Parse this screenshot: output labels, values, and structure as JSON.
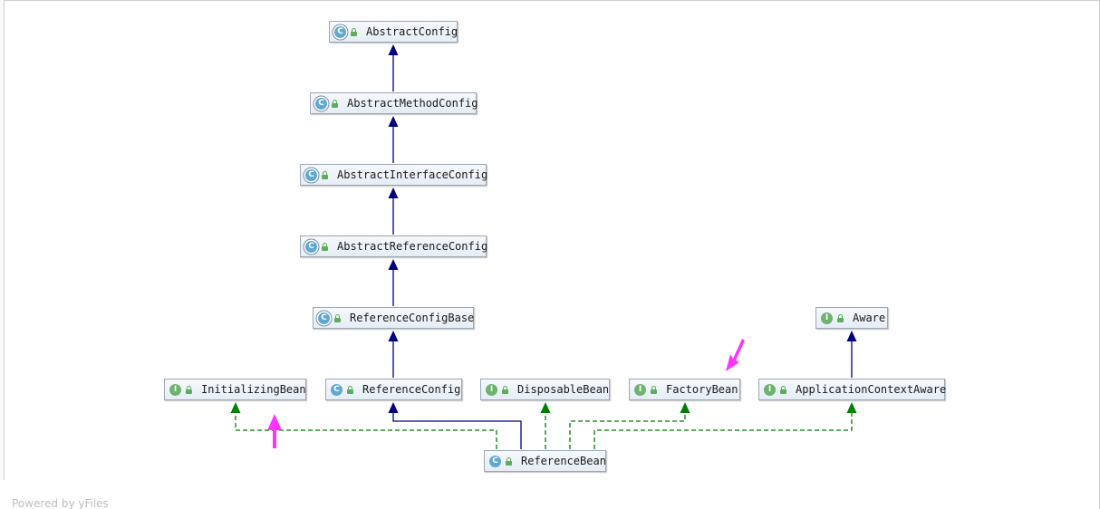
{
  "diagram": {
    "nodes": [
      {
        "id": "abstract-config",
        "label": "AbstractConfig",
        "kind": "abstract-class",
        "badge": "C"
      },
      {
        "id": "abstract-method-config",
        "label": "AbstractMethodConfig",
        "kind": "abstract-class",
        "badge": "C"
      },
      {
        "id": "abstract-interface-config",
        "label": "AbstractInterfaceConfig",
        "kind": "abstract-class",
        "badge": "C"
      },
      {
        "id": "abstract-reference-config",
        "label": "AbstractReferenceConfig",
        "kind": "abstract-class",
        "badge": "C"
      },
      {
        "id": "reference-config-base",
        "label": "ReferenceConfigBase",
        "kind": "abstract-class",
        "badge": "C"
      },
      {
        "id": "initializing-bean",
        "label": "InitializingBean",
        "kind": "interface",
        "badge": "I"
      },
      {
        "id": "reference-config",
        "label": "ReferenceConfig",
        "kind": "class",
        "badge": "C"
      },
      {
        "id": "disposable-bean",
        "label": "DisposableBean",
        "kind": "interface",
        "badge": "I"
      },
      {
        "id": "factory-bean",
        "label": "FactoryBean",
        "kind": "interface",
        "badge": "I"
      },
      {
        "id": "application-context-aware",
        "label": "ApplicationContextAware",
        "kind": "interface",
        "badge": "I"
      },
      {
        "id": "aware",
        "label": "Aware",
        "kind": "interface",
        "badge": "I"
      },
      {
        "id": "reference-bean",
        "label": "ReferenceBean",
        "kind": "class",
        "badge": "C"
      }
    ],
    "relations": [
      {
        "from": "abstract-method-config",
        "to": "abstract-config",
        "type": "extends"
      },
      {
        "from": "abstract-interface-config",
        "to": "abstract-method-config",
        "type": "extends"
      },
      {
        "from": "abstract-reference-config",
        "to": "abstract-interface-config",
        "type": "extends"
      },
      {
        "from": "reference-config-base",
        "to": "abstract-reference-config",
        "type": "extends"
      },
      {
        "from": "reference-config",
        "to": "reference-config-base",
        "type": "extends"
      },
      {
        "from": "application-context-aware",
        "to": "aware",
        "type": "extends"
      },
      {
        "from": "reference-bean",
        "to": "reference-config",
        "type": "extends"
      },
      {
        "from": "reference-bean",
        "to": "initializing-bean",
        "type": "implements"
      },
      {
        "from": "reference-bean",
        "to": "disposable-bean",
        "type": "implements"
      },
      {
        "from": "reference-bean",
        "to": "factory-bean",
        "type": "implements"
      },
      {
        "from": "reference-bean",
        "to": "application-context-aware",
        "type": "implements"
      }
    ],
    "highlight_arrows": [
      {
        "target": "initializing-bean",
        "color": "#ff33ff"
      },
      {
        "target": "factory-bean",
        "color": "#ff33ff"
      }
    ],
    "colors": {
      "extends_line": "#00007f",
      "implements_line": "#007f00",
      "class_badge": "#5fa8d3",
      "interface_badge": "#6db26d",
      "highlight": "#ff33ff"
    }
  },
  "footer": {
    "text": "Powered by yFiles"
  }
}
